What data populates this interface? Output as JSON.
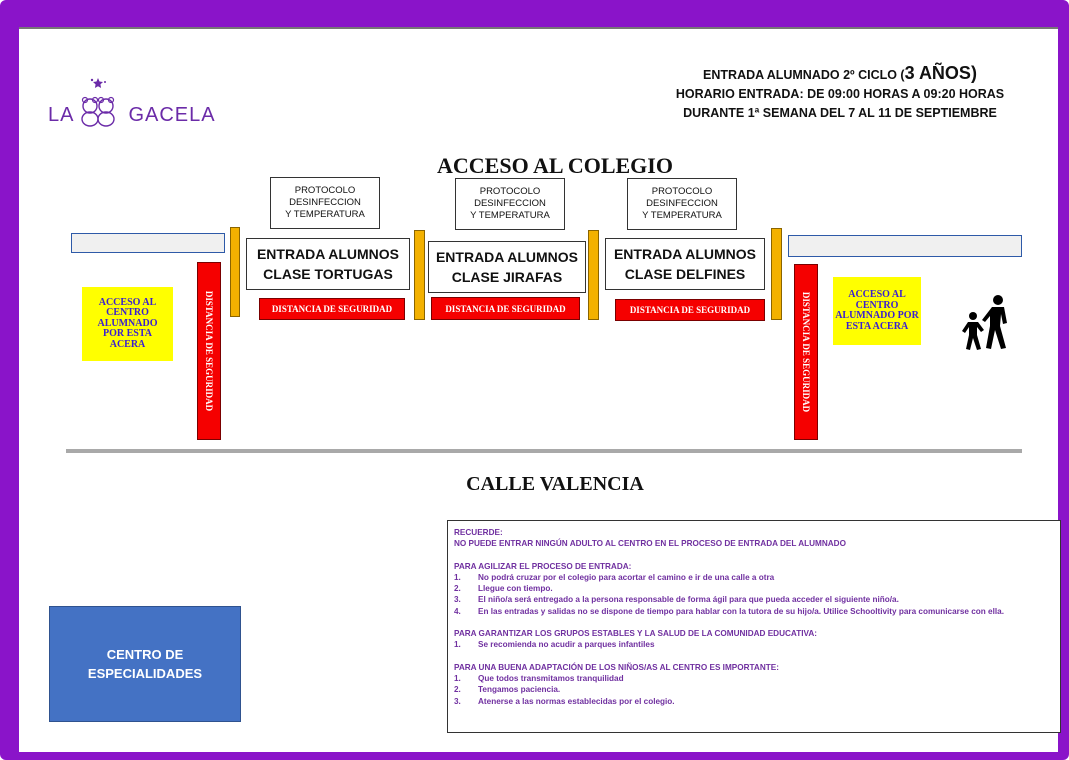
{
  "logo": {
    "part1": "LA",
    "part2": "GACELA"
  },
  "header": {
    "line1_prefix": "ENTRADA ALUMNADO 2º CICLO (",
    "line1_big": "3 AÑOS",
    "line1_suffix": ")",
    "line2": "HORARIO ENTRADA: DE 09:00 HORAS A 09:20 HORAS",
    "line3": "DURANTE 1ª SEMANA DEL 7 AL 11 DE SEPTIEMBRE"
  },
  "access_title": "ACCESO AL COLEGIO",
  "street_title": "CALLE VALENCIA",
  "protocol": {
    "line1": "PROTOCOLO",
    "line2": "DESINFECCION",
    "line3": "Y TEMPERATURA"
  },
  "entries": [
    {
      "line1": "ENTRADA ALUMNOS",
      "line2": "CLASE TORTUGAS"
    },
    {
      "line1": "ENTRADA ALUMNOS",
      "line2": "CLASE JIRAFAS"
    },
    {
      "line1": "ENTRADA ALUMNOS",
      "line2": "CLASE DELFINES"
    }
  ],
  "safety_distance": "DISTANCIA DE SEGURIDAD",
  "access_left": [
    "ACCESO AL",
    "CENTRO",
    "ALUMNADO",
    "POR ESTA",
    "ACERA"
  ],
  "access_right": [
    "ACCESO AL",
    "CENTRO",
    "ALUMNADO POR",
    "ESTA ACERA"
  ],
  "centro": {
    "line1": "CENTRO  DE",
    "line2": "ESPECIALIDADES"
  },
  "notice": {
    "recuerde": "RECUERDE:",
    "rule": "NO PUEDE ENTRAR NINGÚN ADULTO AL CENTRO EN EL PROCESO DE ENTRADA DEL ALUMNADO",
    "section1_title": "PARA AGILIZAR EL PROCESO DE ENTRADA:",
    "section1": [
      {
        "num": "1.",
        "text": "No podrá cruzar por el colegio para acortar el camino e ir de una calle a otra"
      },
      {
        "num": "2.",
        "text": "Llegue con tiempo."
      },
      {
        "num": "3.",
        "text": "El niño/a será entregado a la persona responsable de forma ágil para que pueda acceder el siguiente niño/a."
      },
      {
        "num": "4.",
        "text": "En las entradas y salidas no se dispone de tiempo para hablar con la tutora de su hijo/a.  Utilice Schooltivity para comunicarse con ella."
      }
    ],
    "section2_title": "PARA GARANTIZAR LOS GRUPOS ESTABLES Y LA SALUD DE LA COMUNIDAD EDUCATIVA:",
    "section2": [
      {
        "num": "1.",
        "text": "Se recomienda no acudir a parques infantiles"
      }
    ],
    "section3_title": "PARA UNA BUENA ADAPTACIÓN DE LOS NIÑOS/AS AL CENTRO ES IMPORTANTE:",
    "section3": [
      {
        "num": "1.",
        "text": "Que todos transmitamos tranquilidad"
      },
      {
        "num": "2.",
        "text": "Tengamos paciencia."
      },
      {
        "num": "3.",
        "text": "Atenerse a las normas establecidas por el colegio."
      }
    ]
  },
  "colors": {
    "frame": "#8a14c9",
    "notice_text": "#7030a0",
    "safety_red": "#f50000",
    "post_orange": "#f3b100",
    "access_yellow": "#ffff00",
    "centro_blue": "#4472c4"
  },
  "icons": {
    "logo_mark": "teddy-bears-stars-icon",
    "pedestrians": "adult-child-walking-icon"
  }
}
